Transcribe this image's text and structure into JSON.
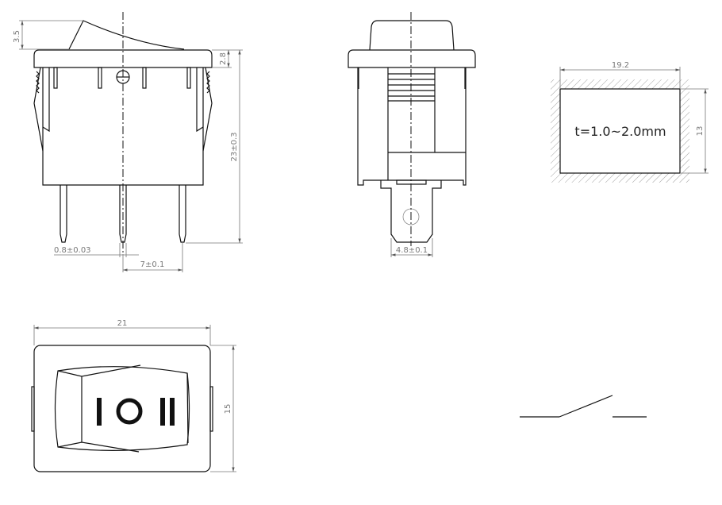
{
  "front_view": {
    "dim_rocker_height": "3.5",
    "dim_flange_thickness": "2.8",
    "dim_total_height": "23±0.3",
    "dim_pin_thickness": "0.8±0.03",
    "dim_pin_pitch": "7±0.1"
  },
  "side_view": {
    "dim_terminal_width": "4.8±0.1"
  },
  "panel_cutout": {
    "dim_width": "19.2",
    "dim_height": "13",
    "thickness_label": "t=1.0~2.0mm"
  },
  "top_view": {
    "dim_width": "21",
    "dim_height": "15",
    "symbol_on": "I",
    "symbol_off": "O",
    "symbol_on2": "II"
  },
  "circuit_symbol": {
    "type": "SPST switch"
  }
}
